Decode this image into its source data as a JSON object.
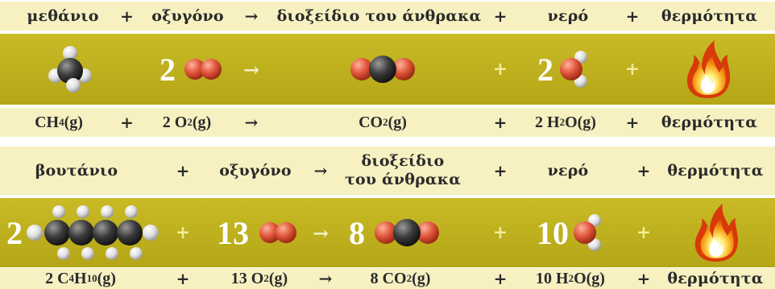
{
  "eq1": {
    "words": [
      "μεθάνιο",
      "+",
      "οξυγόνο",
      "→",
      "διοξείδιο του άνθρακα",
      "+",
      "νερό",
      "+",
      "θερμότητα"
    ],
    "coefficients": {
      "oxygen": "2",
      "water": "2"
    },
    "operators": [
      "→",
      "+",
      "+"
    ],
    "formulas": [
      {
        "main": "CH",
        "sub": "4",
        "rest": "(g)"
      },
      {
        "op": "+"
      },
      {
        "coef": "2 ",
        "main": "O",
        "sub": "2",
        "rest": "(g)"
      },
      {
        "op": "→"
      },
      {
        "main": "CO",
        "sub": "2",
        "rest": "(g)"
      },
      {
        "op": "+"
      },
      {
        "coef": "2 ",
        "main": "H",
        "sub": "2",
        "rest": "O(g)"
      },
      {
        "op": "+"
      },
      {
        "text": "θερμότητα"
      }
    ]
  },
  "eq2": {
    "words": [
      "βουτάνιο",
      "+",
      "οξυγόνο",
      "→",
      "διοξείδιο",
      "του άνθρακα",
      "+",
      "νερό",
      "+",
      "θερμότητα"
    ],
    "coefficients": {
      "butane": "2",
      "oxygen": "13",
      "co2": "8",
      "water": "10"
    },
    "operators": [
      "+",
      "→",
      "+",
      "+"
    ],
    "formulas": [
      {
        "coef": "2 ",
        "main": "C",
        "sub": "4",
        "main2": "H",
        "sub2": "10",
        "rest": "(g)"
      },
      {
        "op": "+"
      },
      {
        "coef": "13 ",
        "main": "O",
        "sub": "2",
        "rest": "(g)"
      },
      {
        "op": "→"
      },
      {
        "coef": "8 ",
        "main": "CO",
        "sub": "2",
        "rest": "(g)"
      },
      {
        "op": "+"
      },
      {
        "coef": "10 ",
        "main": "H",
        "sub": "2",
        "rest": "O(g)"
      },
      {
        "op": "+"
      },
      {
        "text": "θερμότητα"
      }
    ]
  },
  "colors": {
    "label_bg": "#f7f1c2",
    "band": "#b8aa1c",
    "carbon": "#3a3a3a",
    "oxygen": "#e0553a",
    "hydrogen": "#e8e8e8",
    "fire": "#f08a10"
  }
}
